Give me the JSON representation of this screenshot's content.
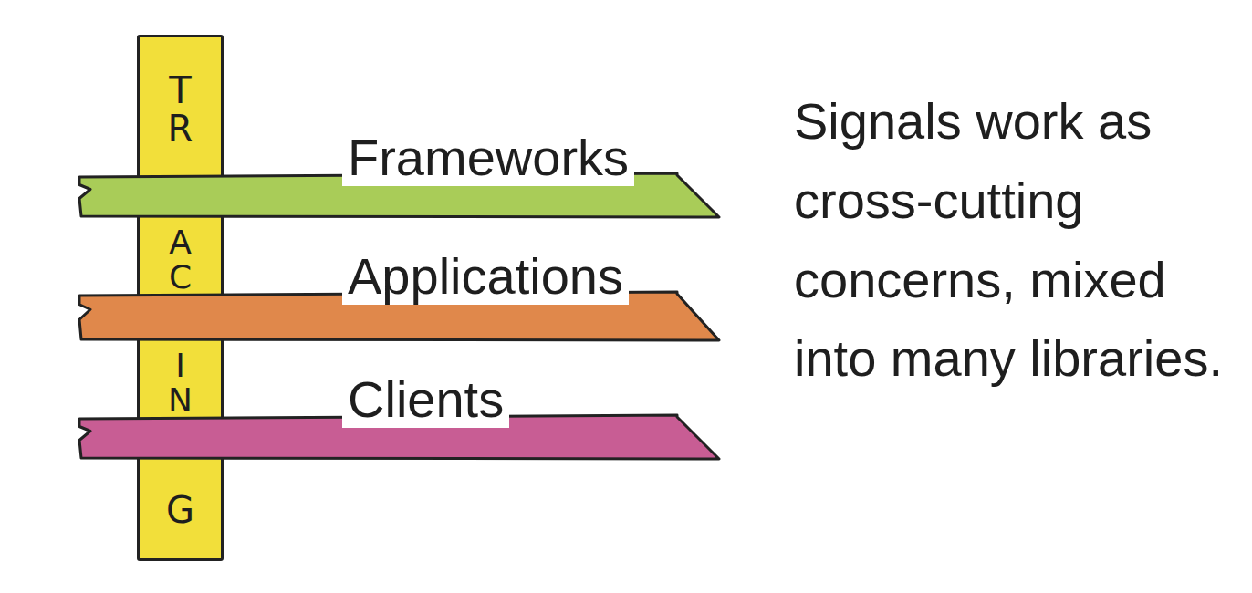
{
  "diagram": {
    "nodes": [
      {
        "text": [
          "TR",
          "AC",
          "IN",
          "G"
        ]
      },
      {
        "text": [
          "Frameworks"
        ]
      },
      {
        "text": [
          "Applications"
        ]
      },
      {
        "text": [
          "Clients"
        ]
      }
    ],
    "labels": [
      "Signals work as cross-cutting concerns, mixed into many libraries."
    ]
  }
}
